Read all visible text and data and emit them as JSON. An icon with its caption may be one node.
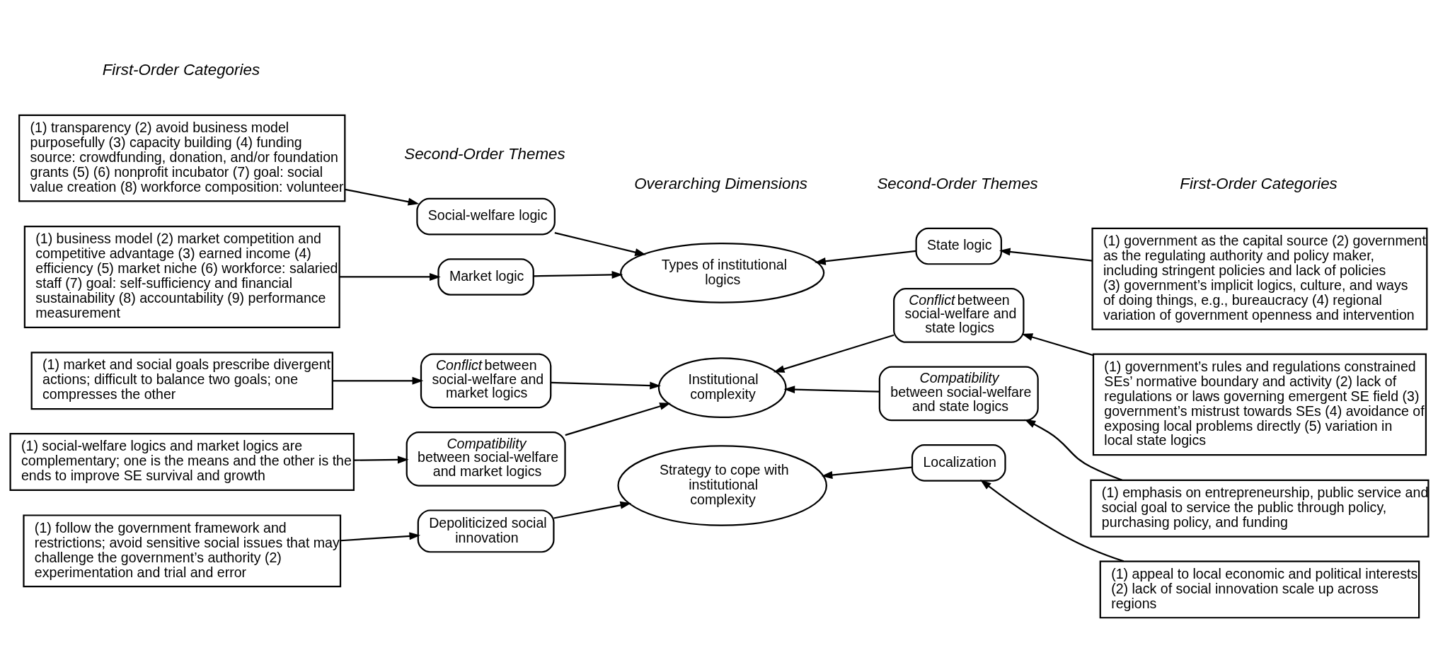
{
  "diagram": {
    "nodes": [
      {
        "text": [
          "(1) transparency (2) avoid business model purposefully (3) capacity building (4) funding source: crowdfunding, donation, and/or foundation grants (5) (6) nonprofit incubator (7) goal: social value creation (8) workforce composition: volunteer"
        ]
      },
      {
        "text": [
          "Social-welfare logic"
        ]
      },
      {
        "text": [
          "Types of institutional logics"
        ]
      },
      {
        "text": [
          "State logic"
        ]
      },
      {
        "text": [
          "(1) government as the capital source (2) government as the regulating authority and policy maker, including stringent policies and lack of policies (3) government’s implicit logics, culture, and ways of doing things, e.g., bureaucracy (4) regional variation of government openness and intervention"
        ]
      },
      {
        "text": [
          "(1) business model (2) market competition and competitive advantage (3) earned income (4) efficiency (5) market niche (6) workforce: salaried staff (7) goal: self-sufficiency and financial sustainability (8) accountability (9) performance measurement"
        ]
      },
      {
        "text": [
          "Market logic"
        ]
      },
      {
        "text": [
          "(1) market and social goals prescribe divergent actions; difficult to balance two goals; one compresses the other"
        ]
      },
      {
        "text": [
          "*Conflict* between social-welfare and market logics"
        ]
      },
      {
        "text": [
          "*Conflict* between social-welfare and state logics"
        ]
      },
      {
        "text": [
          "(1) government’s rules and regulations constrained SEs’ normative boundary and activity (2) lack of regulations or laws governing emergent SE field (3) government’s mistrust towards SEs (4) avoidance of exposing local problems directly (5) variation in local state logics"
        ]
      },
      {
        "text": [
          "Institutional complexity"
        ]
      },
      {
        "text": [
          "(1) social-welfare logics and market logics are complementary; one is the means and the other is the ends to improve SE survival and growth"
        ]
      },
      {
        "text": [
          "*Compatibility* between social-welfare and market logics"
        ]
      },
      {
        "text": [
          "*Compatibility* between social-welfare and state logics"
        ]
      },
      {
        "text": [
          "(1) emphasis on entrepreneurship, public service and social goal to service the public through policy, purchasing policy, and funding"
        ]
      },
      {
        "text": [
          "(1) follow the government framework and restrictions; avoid sensitive social issues that may challenge the government’s authority (2) experimentation and trial and error"
        ]
      },
      {
        "text": [
          "Depoliticized social innovation"
        ]
      },
      {
        "text": [
          "Strategy to cope with institutional complexity"
        ]
      },
      {
        "text": [
          "Localization"
        ]
      },
      {
        "text": [
          "(1) appeal to local economic and political interests (2) lack of social innovation scale up across regions"
        ]
      }
    ],
    "edges": [
      {
        "from": 0,
        "to": 1,
        "arrow": "to"
      },
      {
        "from": 1,
        "to": 2,
        "arrow": "to"
      },
      {
        "from": 6,
        "to": 2,
        "arrow": "to"
      },
      {
        "from": 3,
        "to": 2,
        "arrow": "to"
      },
      {
        "from": 4,
        "to": 3,
        "arrow": "to"
      },
      {
        "from": 5,
        "to": 6,
        "arrow": "to"
      },
      {
        "from": 7,
        "to": 8,
        "arrow": "to"
      },
      {
        "from": 8,
        "to": 11,
        "arrow": "to"
      },
      {
        "from": 13,
        "to": 11,
        "arrow": "to"
      },
      {
        "from": 9,
        "to": 11,
        "arrow": "to"
      },
      {
        "from": 10,
        "to": 9,
        "arrow": "to"
      },
      {
        "from": 12,
        "to": 13,
        "arrow": "to"
      },
      {
        "from": 15,
        "to": 14,
        "arrow": "to"
      },
      {
        "from": 14,
        "to": 11,
        "arrow": "to"
      },
      {
        "from": 16,
        "to": 17,
        "arrow": "to"
      },
      {
        "from": 17,
        "to": 18,
        "arrow": "to"
      },
      {
        "from": 19,
        "to": 18,
        "arrow": "to"
      },
      {
        "from": 20,
        "to": 19,
        "arrow": "to"
      }
    ],
    "labels": [
      "First-Order Categories",
      "Second-Order Themes",
      "Overarching Dimensions",
      "Second-Order Themes",
      "First-Order Categories"
    ]
  }
}
